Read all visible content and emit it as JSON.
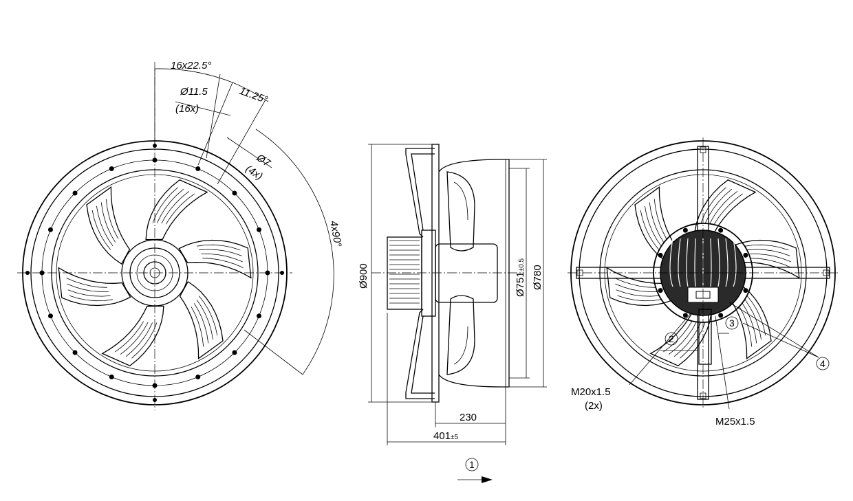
{
  "front_view": {
    "angle_pitch": "16x22.5°",
    "angle_offset": "11.25°",
    "hole_main": "Ø11.5",
    "hole_main_count": "(16x)",
    "hole_small": "Ø7",
    "hole_small_count": "(4x)",
    "angle_quarter": "4x90°"
  },
  "side_view": {
    "outer_diameter": "Ø900",
    "inner_diameter_value": "Ø751",
    "inner_diameter_tolerance": "±0.5",
    "flange_diameter": "Ø780",
    "depth_short": "230",
    "depth_total_value": "401",
    "depth_total_tolerance": "±5",
    "airflow_marker": "1"
  },
  "rear_view": {
    "marker_2": "2",
    "marker_3": "3",
    "marker_4": "4",
    "gland_small": "M20x1.5",
    "gland_small_count": "(2x)",
    "gland_large": "M25x1.5"
  }
}
